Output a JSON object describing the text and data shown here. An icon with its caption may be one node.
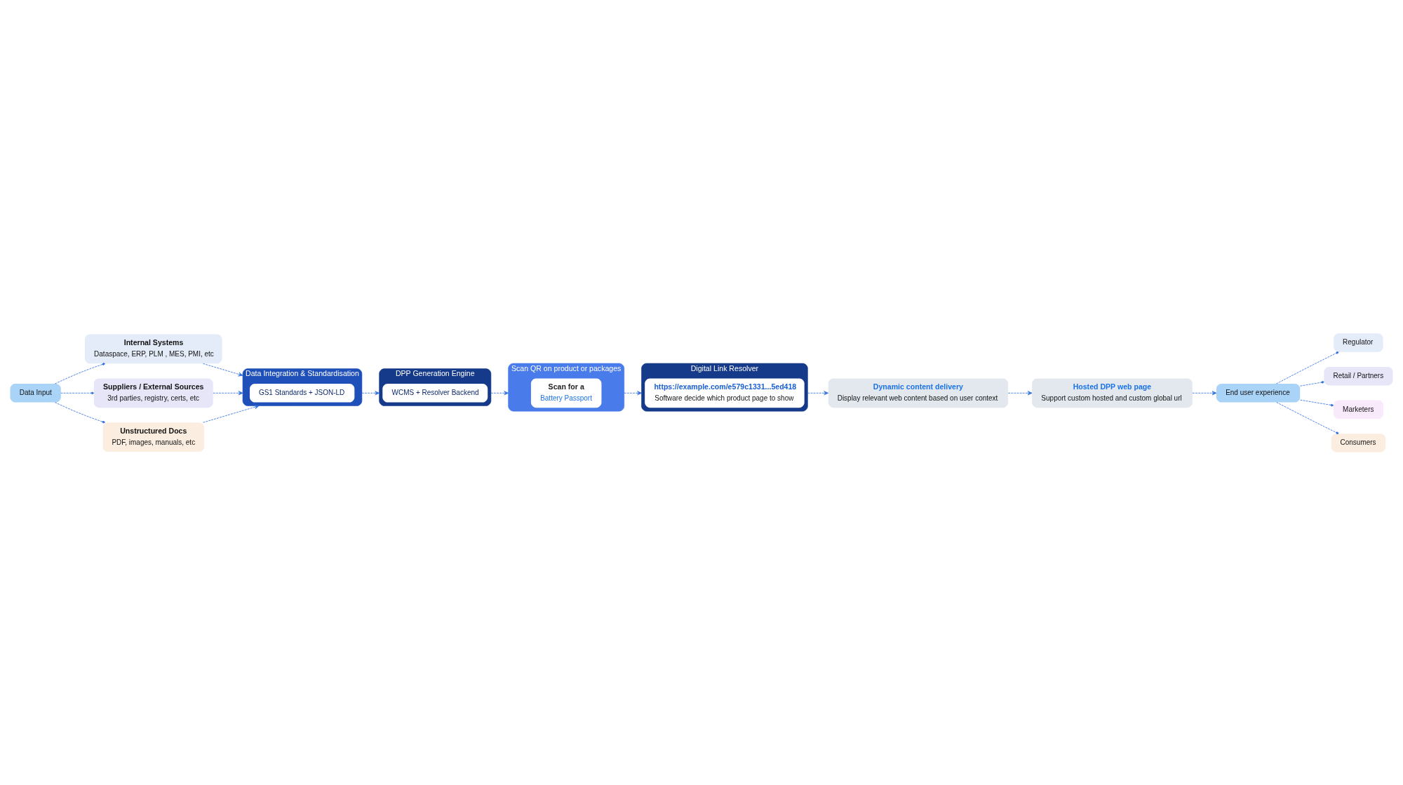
{
  "diagram": {
    "nodes": [
      {
        "text": [
          "Data Input"
        ]
      },
      {
        "text": [
          "Internal Systems",
          "Dataspace, ERP, PLM , MES, PMI, etc"
        ]
      },
      {
        "text": [
          "Suppliers / External Sources",
          "3rd parties, registry, certs, etc"
        ]
      },
      {
        "text": [
          "Unstructured Docs",
          "PDF, images, manuals, etc"
        ]
      },
      {
        "text": [
          "Data Integration & Standardisation"
        ]
      },
      {
        "text": [
          "GS1 Standards + JSON-LD"
        ],
        "in": 4
      },
      {
        "text": [
          "Digital Link Resolver"
        ]
      },
      {
        "text": [
          "https://example.com/e579c1331...5ed418",
          "Software decide which product page to show"
        ],
        "in": 6
      },
      {
        "text": [
          "DPP Generation Engine"
        ]
      },
      {
        "text": [
          "WCMS + Resolver Backend"
        ],
        "in": 8
      },
      {
        "text": [
          "Scan QR on product or packages"
        ]
      },
      {
        "text": [
          "Scan for a",
          "Battery Passport"
        ],
        "in": 10
      },
      {
        "text": [
          "Dynamic content delivery",
          "Display relevant web content based on user context"
        ]
      },
      {
        "text": [
          "Hosted DPP web page",
          "Support custom hosted and custom global url"
        ]
      },
      {
        "text": [
          "End user experience"
        ]
      },
      {
        "text": [
          "Regulator"
        ]
      },
      {
        "text": [
          "Retail / Partners"
        ]
      },
      {
        "text": [
          "Marketers"
        ]
      },
      {
        "text": [
          "Consumers"
        ]
      }
    ],
    "edges": [
      {
        "from": 0,
        "to": 1,
        "arrow": "other",
        "style": "dashed"
      },
      {
        "from": 0,
        "to": 2,
        "arrow": "other",
        "style": "dashed"
      },
      {
        "from": 0,
        "to": 3,
        "arrow": "other",
        "style": "dashed"
      },
      {
        "from": 1,
        "to": 4,
        "arrow": "to",
        "style": "dashed"
      },
      {
        "from": 2,
        "to": 4,
        "arrow": "to",
        "style": "dashed"
      },
      {
        "from": 3,
        "to": 4,
        "arrow": "to",
        "style": "dashed"
      },
      {
        "from": 4,
        "to": 8,
        "arrow": "to",
        "style": "dashed"
      },
      {
        "from": 8,
        "to": 10,
        "arrow": "to",
        "style": "dashed"
      },
      {
        "from": 10,
        "to": 6,
        "arrow": "to",
        "style": "dashed"
      },
      {
        "from": 6,
        "to": 12,
        "arrow": "to",
        "style": "dashed"
      },
      {
        "from": 12,
        "to": 13,
        "arrow": "to",
        "style": "dashed"
      },
      {
        "from": 13,
        "to": 14,
        "arrow": "to",
        "style": "dashed"
      },
      {
        "from": 14,
        "to": 15,
        "arrow": "other",
        "style": "dashed"
      },
      {
        "from": 14,
        "to": 16,
        "arrow": "other",
        "style": "dashed"
      },
      {
        "from": 14,
        "to": 17,
        "arrow": "other",
        "style": "dashed"
      },
      {
        "from": 14,
        "to": 18,
        "arrow": "other",
        "style": "dashed"
      }
    ]
  }
}
